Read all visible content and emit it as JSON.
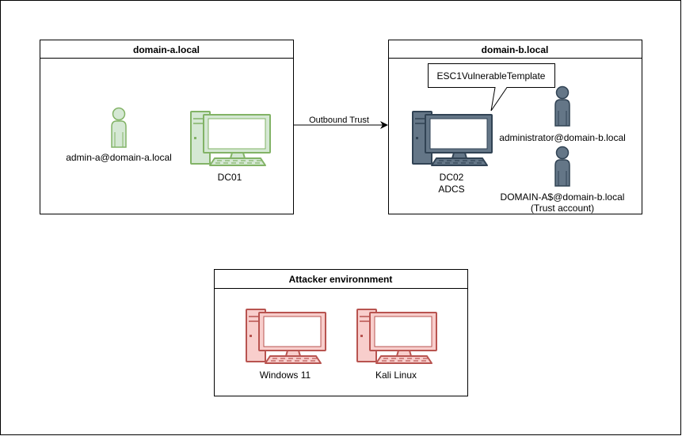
{
  "colors": {
    "green_fill": "#d5e8d4",
    "green_stroke": "#82b366",
    "dark_fill": "#647687",
    "dark_stroke": "#314354",
    "red_fill": "#f8cecc",
    "red_stroke": "#b85450",
    "screen_fill": "#ffffff"
  },
  "domain_a": {
    "title": "domain-a.local",
    "user_label": "admin-a@domain-a.local",
    "user_icon": "user-icon",
    "dc_label": "DC01",
    "dc_icon": "computer-icon"
  },
  "trust": {
    "label": "Outbound Trust"
  },
  "domain_b": {
    "title": "domain-b.local",
    "template_callout": "ESC1VulnerableTemplate",
    "dc_label_line1": "DC02",
    "dc_label_line2": "ADCS",
    "dc_icon": "computer-icon",
    "user1_label": "administrator@domain-b.local",
    "user2_label_line1": "DOMAIN-A$@domain-b.local",
    "user2_label_line2": "(Trust account)",
    "user_icon": "user-icon"
  },
  "attacker": {
    "title": "Attacker environnment",
    "pc1_label": "Windows 11",
    "pc2_label": "Kali Linux",
    "pc_icon": "computer-icon"
  }
}
